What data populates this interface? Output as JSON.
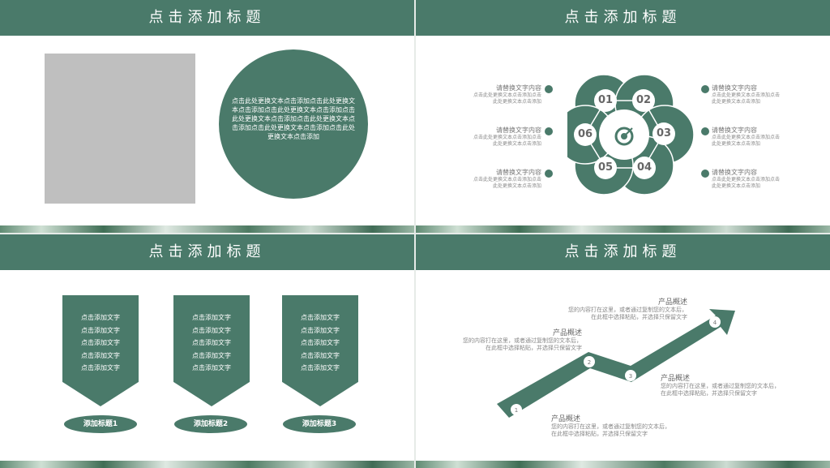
{
  "slide_title": "点击添加标题",
  "slide1": {
    "circle_text": "点击此处更换文本点击添加点击此处更换文本点击添加点击此处更换文本点击添加点击此处更换文本点击添加点击此处更换文本点击添加点击此处更换文本点击添加点击此处更换文本点击添加"
  },
  "slide2": {
    "numbers": [
      "01",
      "02",
      "03",
      "04",
      "05",
      "06"
    ],
    "items": [
      {
        "title": "请替换文字内容",
        "desc": "点击此处更换文本点击添加点击此处更换文本点击添加"
      },
      {
        "title": "请替换文字内容",
        "desc": "点击此处更换文本点击添加点击此处更换文本点击添加"
      },
      {
        "title": "请替换文字内容",
        "desc": "点击此处更换文本点击添加点击此处更换文本点击添加"
      },
      {
        "title": "请替换文字内容",
        "desc": "点击此处更换文本点击添加点击此处更换文本点击添加"
      },
      {
        "title": "请替换文字内容",
        "desc": "点击此处更换文本点击添加点击此处更换文本点击添加"
      },
      {
        "title": "请替换文字内容",
        "desc": "点击此处更换文本点击添加点击此处更换文本点击添加"
      }
    ]
  },
  "slide3": {
    "columns": [
      {
        "lines": [
          "点击添加文字",
          "点击添加文字",
          "点击添加文字",
          "点击添加文字",
          "点击添加文字"
        ],
        "title": "添加标题1"
      },
      {
        "lines": [
          "点击添加文字",
          "点击添加文字",
          "点击添加文字",
          "点击添加文字",
          "点击添加文字"
        ],
        "title": "添加标题2"
      },
      {
        "lines": [
          "点击添加文字",
          "点击添加文字",
          "点击添加文字",
          "点击添加文字",
          "点击添加文字"
        ],
        "title": "添加标题3"
      }
    ]
  },
  "slide4": {
    "steps": [
      "1",
      "2",
      "3",
      "4"
    ],
    "items": [
      {
        "title": "产品概述",
        "line1": "您的内容打在这里，或者通过复制您的文本后，",
        "line2": "在此框中选择粘贴，并选择只保留文字"
      },
      {
        "title": "产品概述",
        "line1": "您的内容打在这里，或者通过复制您的文本后，",
        "line2": "在此框中选择粘贴，并选择只保留文字"
      },
      {
        "title": "产品概述",
        "line1": "您的内容打在这里，或者通过复制您的文本后，",
        "line2": "在此框中选择粘贴，并选择只保留文字"
      },
      {
        "title": "产品概述",
        "line1": "您的内容打在这里，或者通过复制您的文本后，",
        "line2": "在此框中选择粘贴，并选择只保留文字"
      }
    ]
  }
}
